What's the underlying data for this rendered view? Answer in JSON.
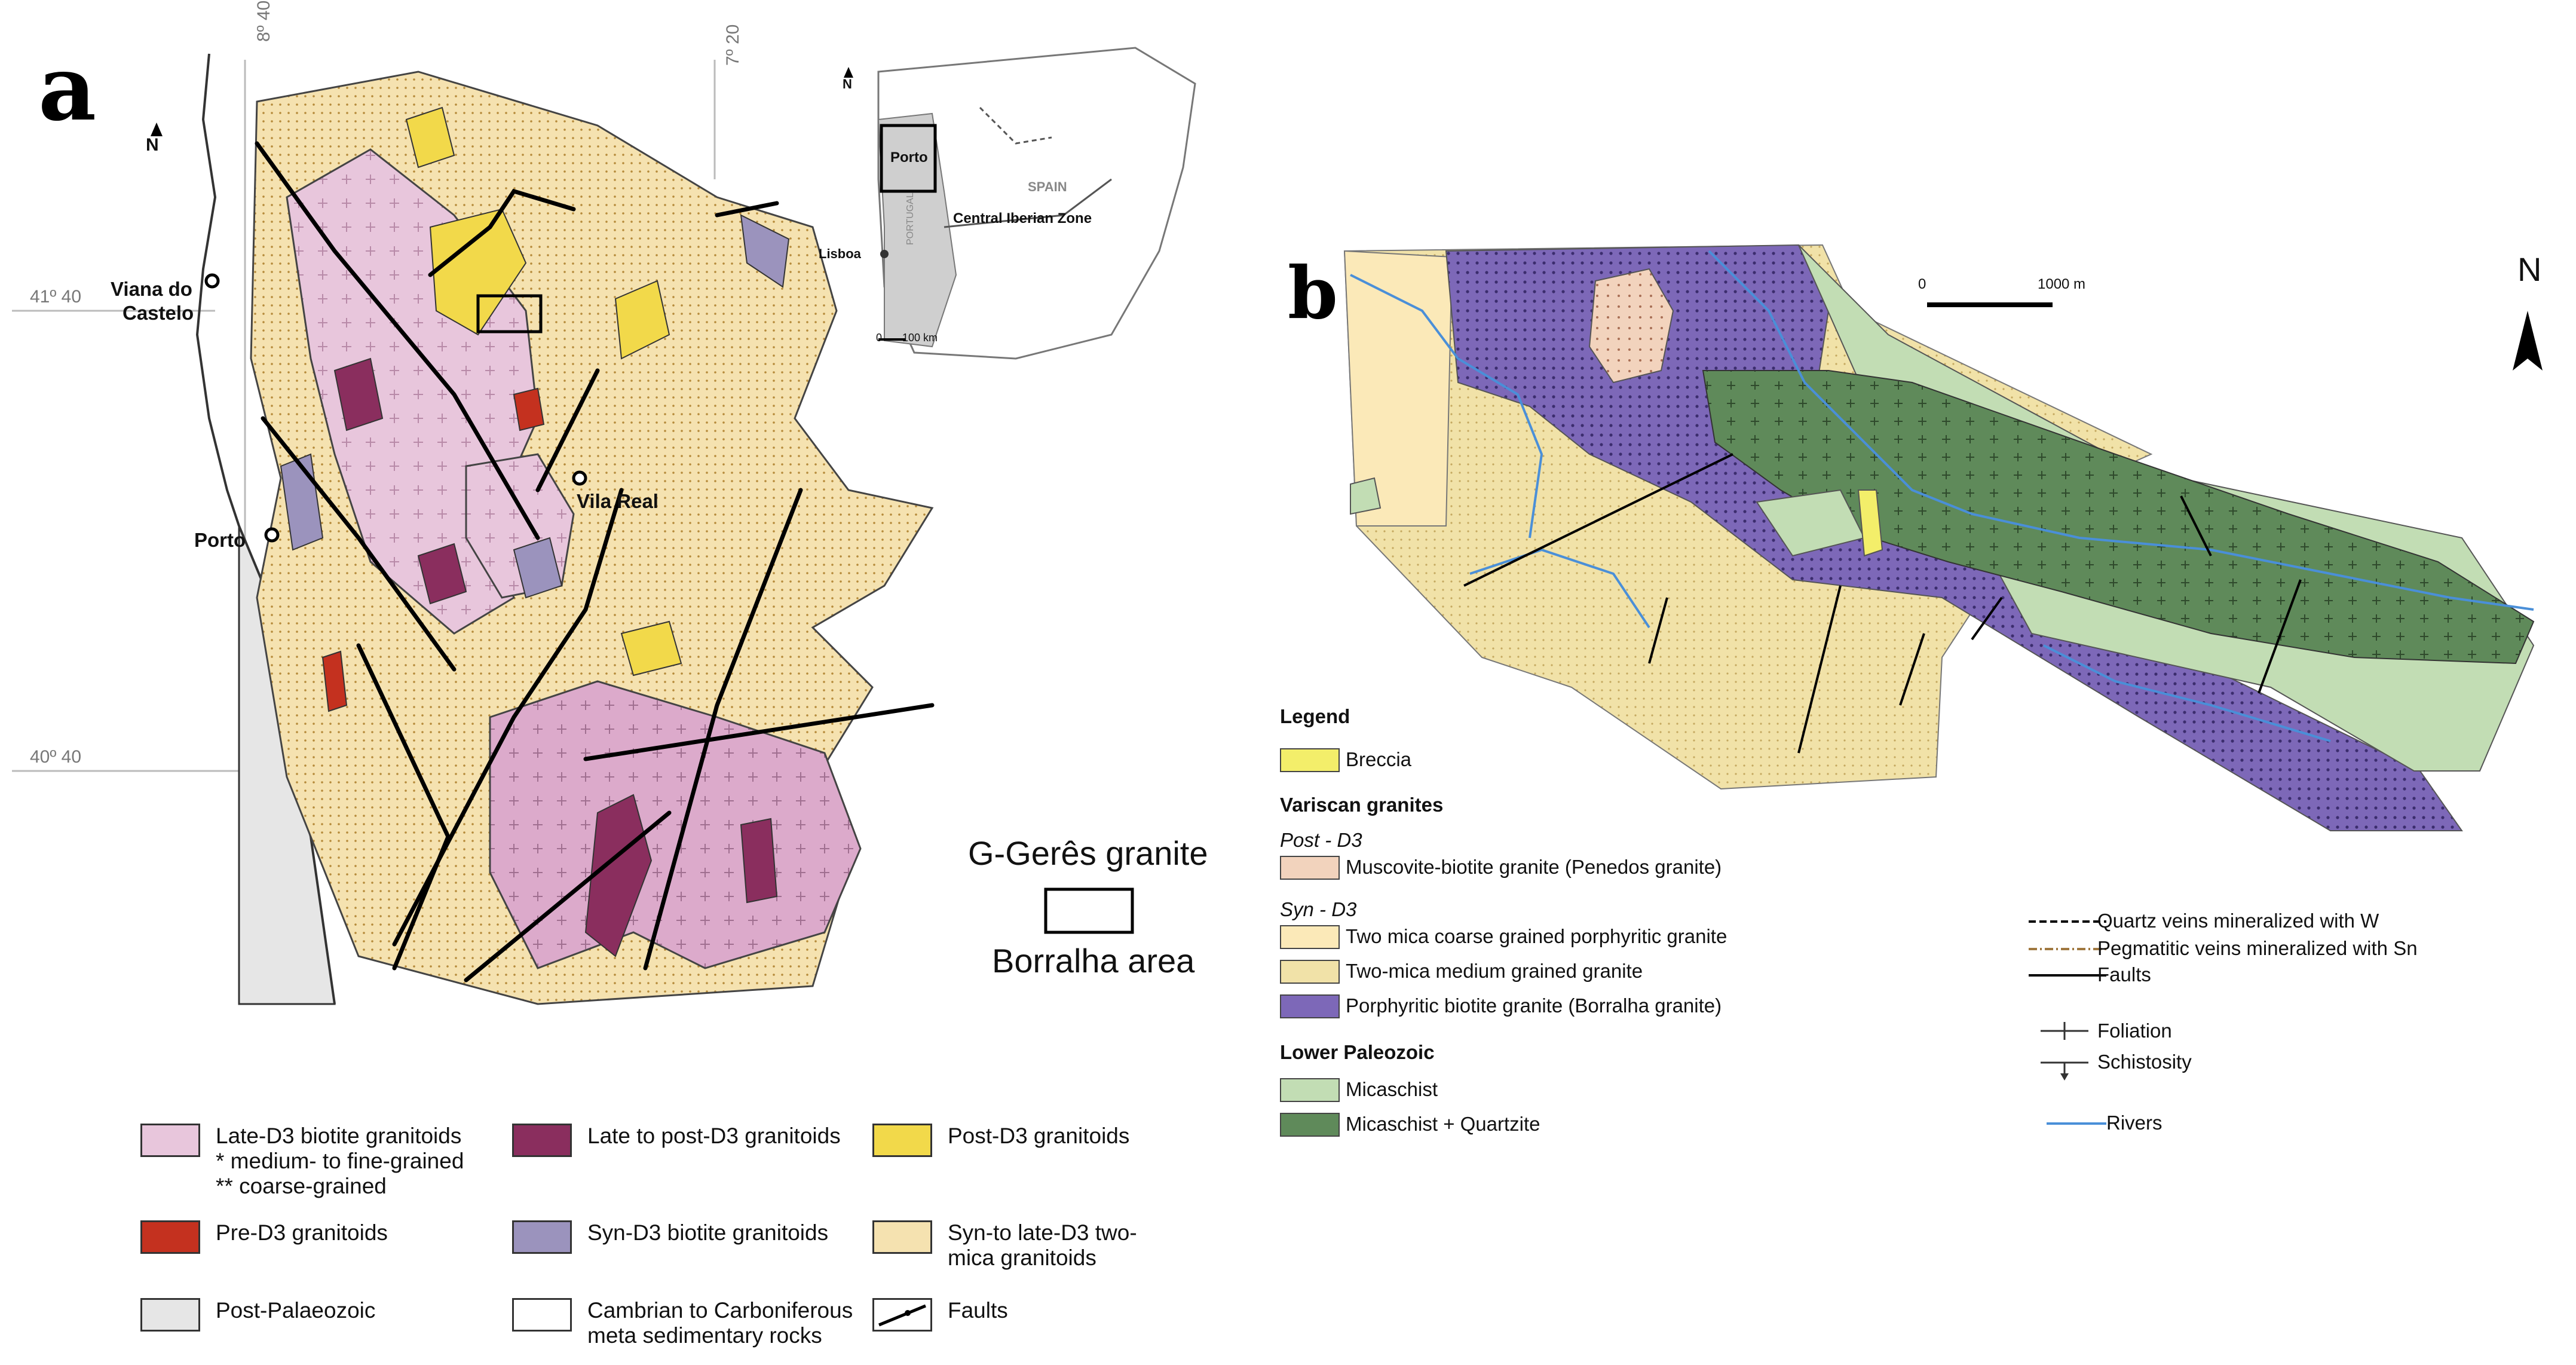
{
  "panel_a": {
    "letter": "a",
    "north": "N",
    "grid": {
      "lon_left": "8º 40",
      "lon_right": "7º 20",
      "lat_top": "41º 40",
      "lat_bottom": "40º 40"
    },
    "places": {
      "viana": "Viana do",
      "viana2": "Castelo",
      "vila_real": "Vila Real",
      "porto": "Porto"
    },
    "inset": {
      "north": "N",
      "porto": "Porto",
      "spain": "SPAIN",
      "portugal": "PORTUGAL",
      "zone": "Central Iberian Zone",
      "lisboa": "Lisboa",
      "scale_0": "0",
      "scale_100": "100 km"
    },
    "annotation": {
      "granite": "G-Gerês granite",
      "area": "Borralha area"
    },
    "legend": [
      {
        "label": "Late-D3 biotite granitoids",
        "label2": "* medium- to fine-grained",
        "label3": "** coarse-grained",
        "color": "#e8c6dc"
      },
      {
        "label": "Late to post-D3 granitoids",
        "color": "#8a2e5e"
      },
      {
        "label": "Post-D3 granitoids",
        "color": "#f2d94a"
      },
      {
        "label": "Pre-D3 granitoids",
        "color": "#c4311f"
      },
      {
        "label": "Syn-D3 biotite granitoids",
        "color": "#9b93bd"
      },
      {
        "label": "Syn-to late-D3 two-",
        "label2": "mica granitoids",
        "color": "#f5e2b0"
      },
      {
        "label": "Post-Palaeozoic",
        "color": "#e6e6e6"
      },
      {
        "label": "Cambrian to Carboniferous",
        "label2": "meta sedimentary rocks",
        "color": "#ffffff"
      },
      {
        "label": "Faults",
        "color": "#000000"
      }
    ]
  },
  "panel_b": {
    "letter": "b",
    "north": "N",
    "scale": {
      "zero": "0",
      "end": "1000 m"
    },
    "legend": {
      "title": "Legend",
      "breccia": "Breccia",
      "variscan": "Variscan granites",
      "post_d3": "Post - D3",
      "muscovite": "Muscovite-biotite granite (Penedos granite)",
      "syn_d3": "Syn - D3",
      "two_mica_coarse": "Two mica coarse grained porphyritic granite",
      "two_mica_medium": "Two-mica medium grained granite",
      "porphyritic": "Porphyritic biotite granite (Borralha granite)",
      "lower_paleozoic": "Lower Paleozoic",
      "micaschist": "Micaschist",
      "micaschist_quartzite": "Micaschist + Quartzite",
      "quartz_veins": "Quartz veins mineralized with W",
      "pegmatitic": "Pegmatitic veins mineralized with Sn",
      "faults": "Faults",
      "foliation": "Foliation",
      "schistosity": "Schistosity",
      "rivers": "Rivers"
    },
    "colors": {
      "breccia": "#f3ee6a",
      "muscovite": "#f2d3bd",
      "two_mica_coarse": "#fbe9b8",
      "two_mica_medium": "#f1e2a8",
      "porphyritic": "#7d68b8",
      "micaschist": "#c2ddb4",
      "micaschist_quartzite": "#5f8a5a",
      "rivers": "#4a8fd8"
    }
  }
}
